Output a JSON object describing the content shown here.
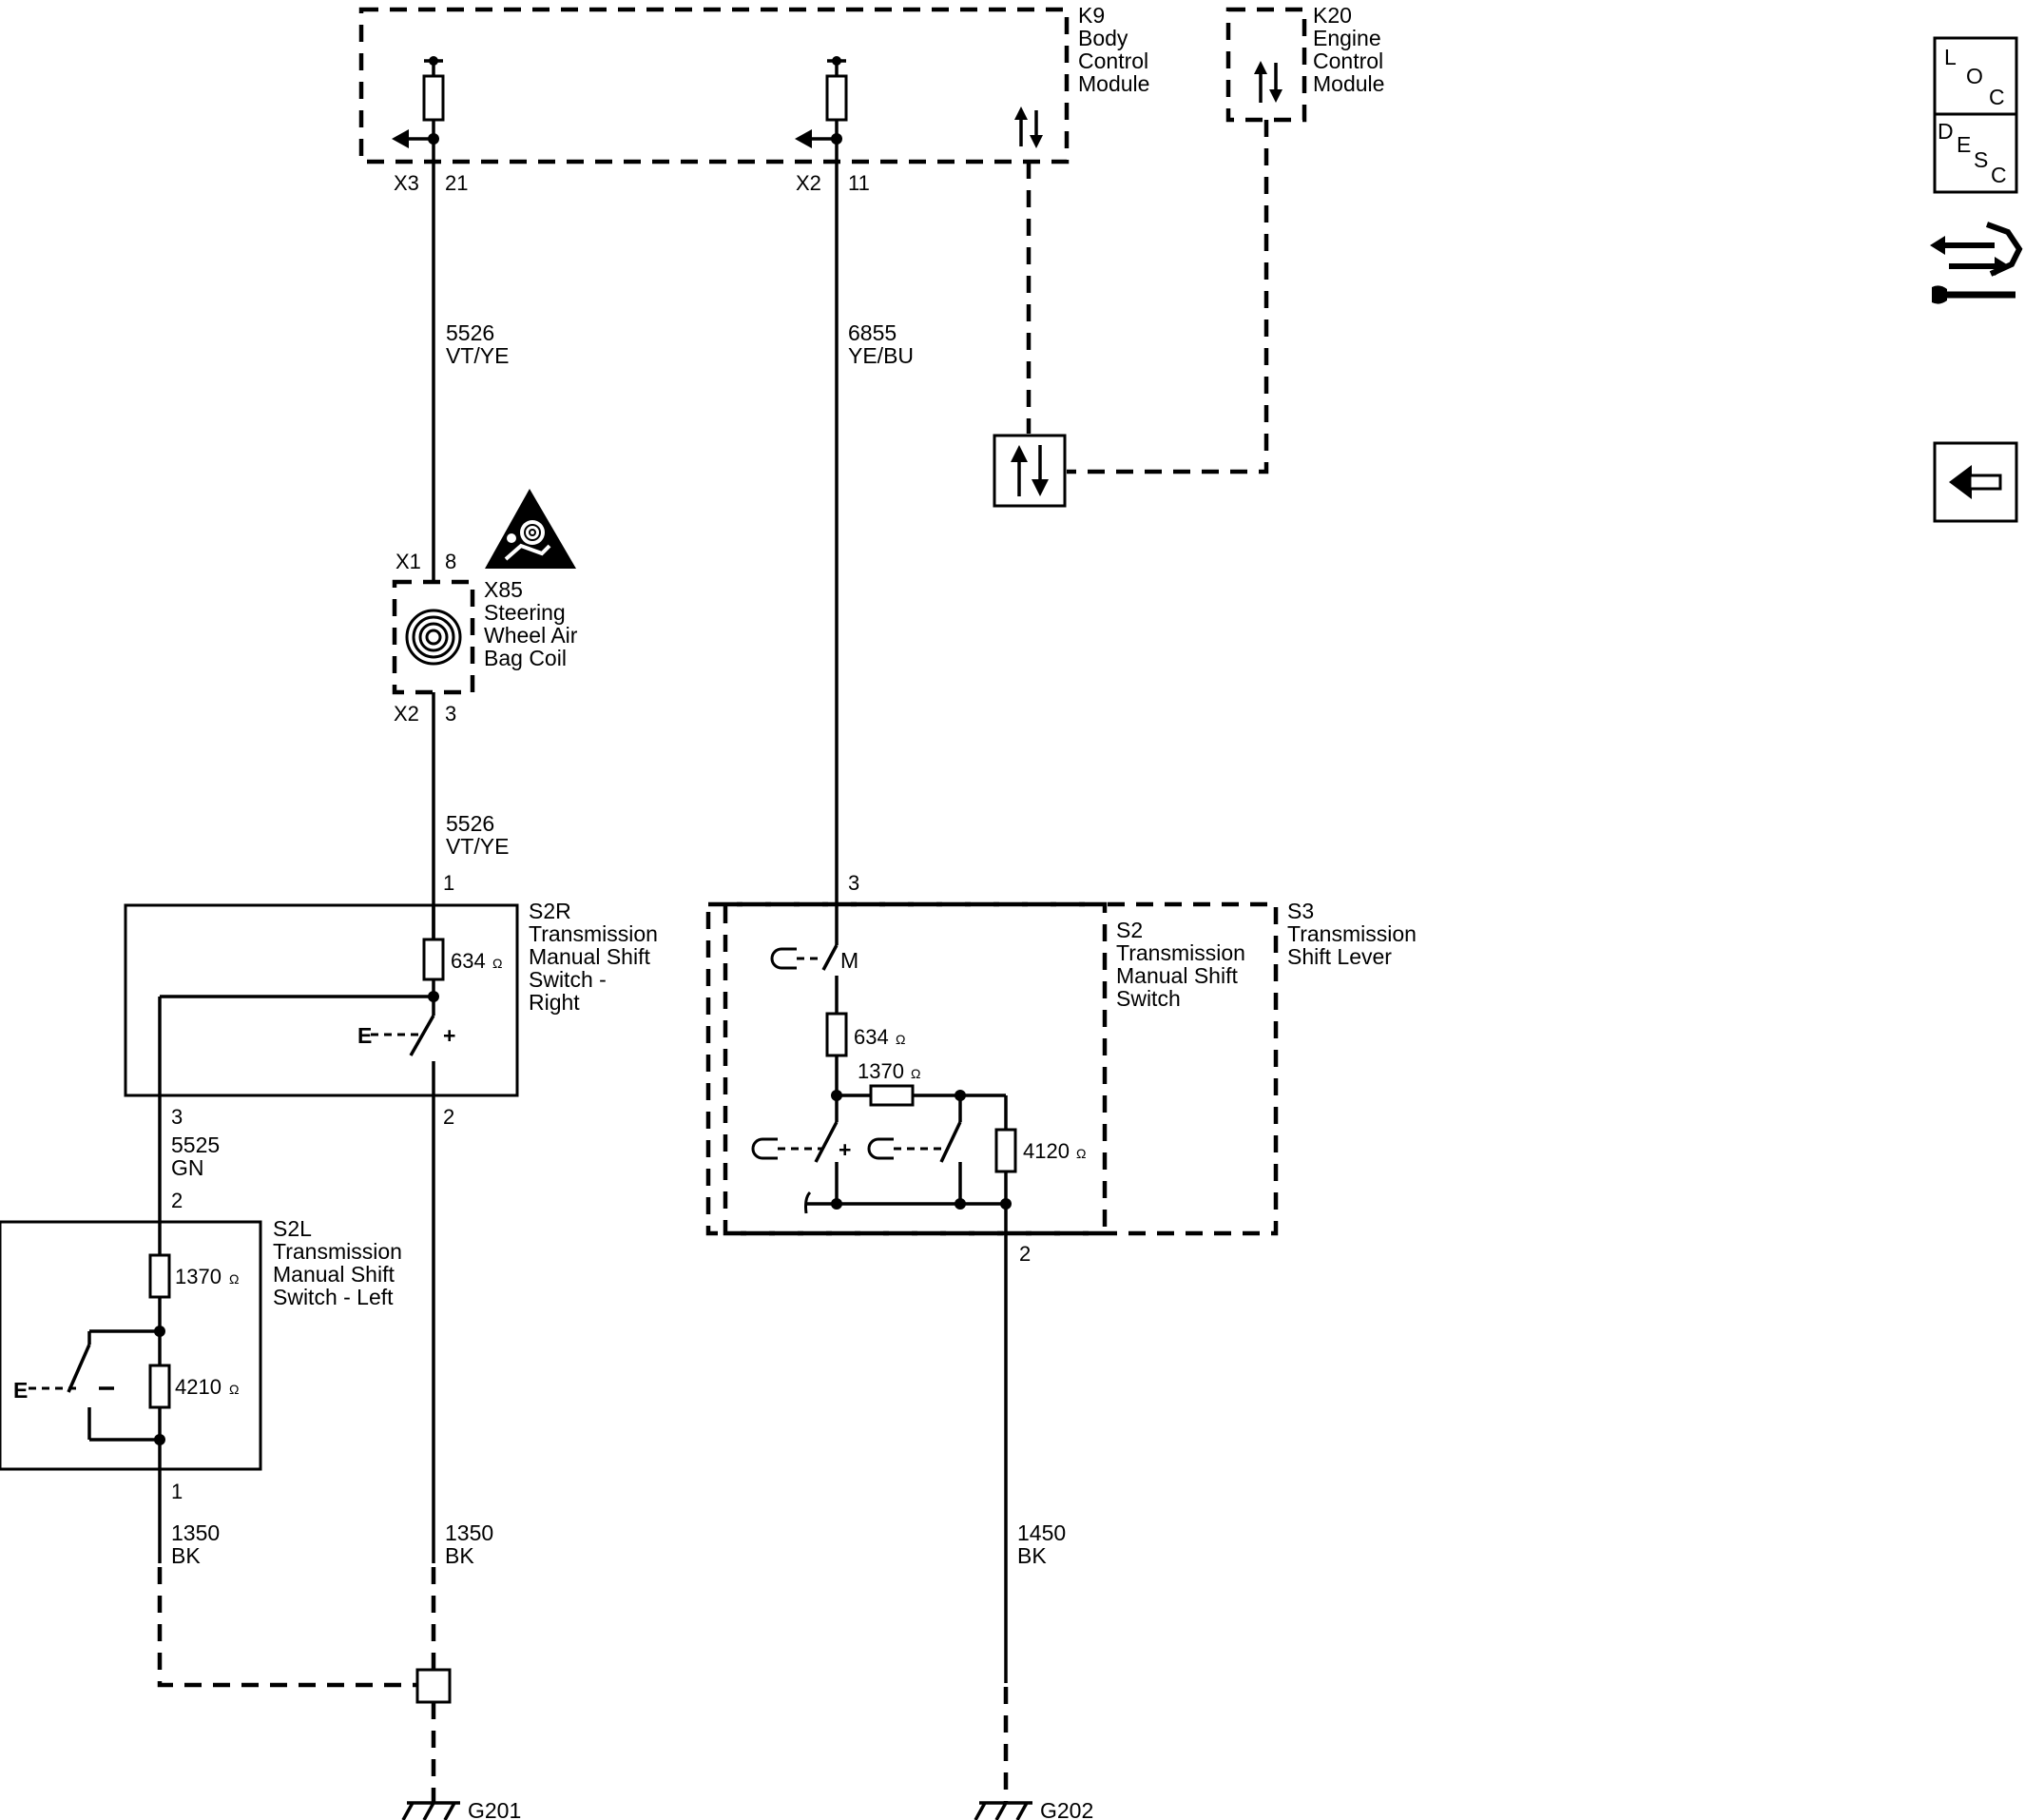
{
  "modules": {
    "k9": {
      "id": "K9",
      "name_lines": [
        "Body",
        "Control",
        "Module"
      ]
    },
    "k20": {
      "id": "K20",
      "name_lines": [
        "Engine",
        "Control",
        "Module"
      ]
    },
    "x85": {
      "id": "X85",
      "name_lines": [
        "Steering",
        "Wheel Air",
        "Bag Coil"
      ],
      "top_conn": "X1",
      "top_pin": "8",
      "bottom_conn": "X2",
      "bottom_pin": "3"
    },
    "s2r": {
      "id": "S2R",
      "name_lines": [
        "Transmission",
        "Manual Shift",
        "Switch -",
        "Right"
      ],
      "resistor": "634",
      "pin_top": "1",
      "pin_left": "3",
      "pin_bottom": "2",
      "minus": "E",
      "plus": "+"
    },
    "s2l": {
      "id": "S2L",
      "name_lines": [
        "Transmission",
        "Manual Shift",
        "Switch - Left"
      ],
      "resistor_top": "1370",
      "resistor_bottom": "4210",
      "pin_top": "2",
      "pin_bottom": "1",
      "minus": "E"
    },
    "s2": {
      "id": "S2",
      "name_lines": [
        "Transmission",
        "Manual Shift",
        "Switch"
      ],
      "pin_top": "3",
      "pin_bottom": "2",
      "mode_label": "M",
      "plus": "+",
      "r1": "634",
      "r2": "1370",
      "r3": "4120"
    },
    "s3": {
      "id": "S3",
      "name_lines": [
        "Transmission",
        "Shift Lever"
      ]
    }
  },
  "connectors": {
    "k9_left": {
      "conn": "X3",
      "pin": "21"
    },
    "k9_mid": {
      "conn": "X2",
      "pin": "11"
    }
  },
  "wires": {
    "w5526_top": {
      "circuit": "5526",
      "color": "VT/YE"
    },
    "w6855": {
      "circuit": "6855",
      "color": "YE/BU"
    },
    "w5526_bottom": {
      "circuit": "5526",
      "color": "VT/YE"
    },
    "w5525": {
      "circuit": "5525",
      "color": "GN"
    },
    "w1350_left": {
      "circuit": "1350",
      "color": "BK"
    },
    "w1350_right": {
      "circuit": "1350",
      "color": "BK"
    },
    "w1450": {
      "circuit": "1450",
      "color": "BK"
    }
  },
  "grounds": {
    "g201": "G201",
    "g202": "G202"
  },
  "ohm_symbol": "Ω",
  "nav_buttons": {
    "loc": [
      "L",
      "O",
      "C"
    ],
    "desc": [
      "D",
      "E",
      "S",
      "C"
    ],
    "back_icon": "left-arrow-icon",
    "tools_icon": "diagnostic-tools-icon"
  }
}
